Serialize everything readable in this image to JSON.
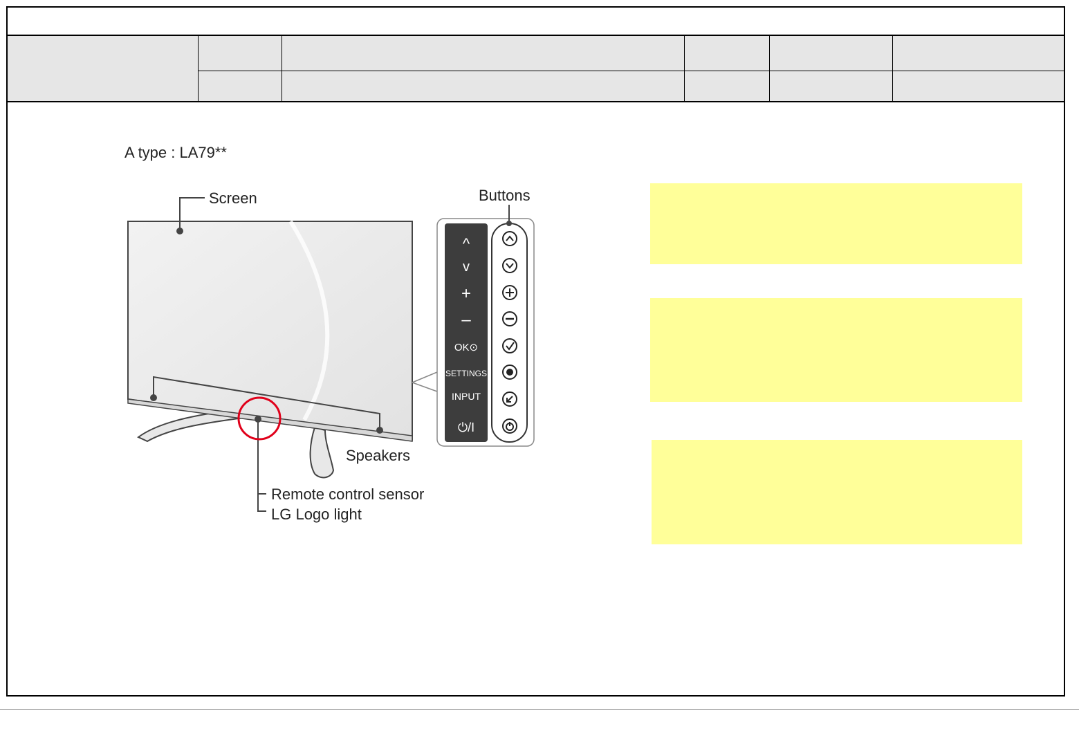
{
  "section": {
    "type_label": "A type : LA79**"
  },
  "diagram": {
    "labels": {
      "screen": "Screen",
      "buttons": "Buttons",
      "speakers": "Speakers",
      "remote_sensor": "Remote control sensor",
      "logo_light": "LG Logo light"
    },
    "button_panel": {
      "items": [
        {
          "label": "^",
          "icon": "chevron-up-icon"
        },
        {
          "label": "v",
          "icon": "chevron-down-icon"
        },
        {
          "label": "+",
          "icon": "plus-icon"
        },
        {
          "label": "–",
          "icon": "minus-icon"
        },
        {
          "label": "OK⊙",
          "icon": "check-icon"
        },
        {
          "label": "SETTINGS",
          "icon": "settings-icon"
        },
        {
          "label": "INPUT",
          "icon": "input-icon"
        },
        {
          "label": "⏻/I",
          "icon": "power-icon"
        }
      ]
    },
    "highlight_color": "#e0001a"
  },
  "notes": {
    "fill_color": "#ffff99"
  }
}
